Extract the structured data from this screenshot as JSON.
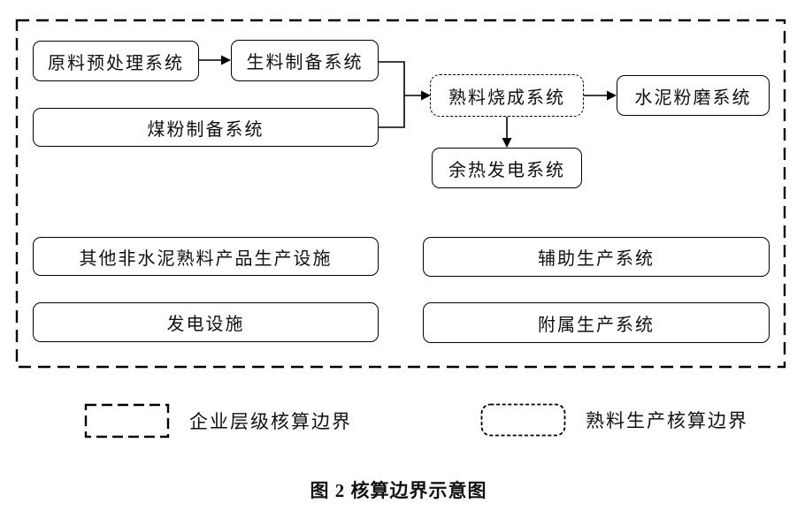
{
  "figure": {
    "caption": "图 2 核算边界示意图"
  },
  "boxes": {
    "raw_pretreatment": "原料预处理系统",
    "raw_meal_prep": "生料制备系统",
    "coal_powder_prep": "煤粉制备系统",
    "clinker_calcination": "熟料烧成系统",
    "cement_grinding": "水泥粉磨系统",
    "waste_heat_power": "余热发电系统",
    "other_non_cement_facilities": "其他非水泥熟料产品生产设施",
    "auxiliary_production": "辅助生产系统",
    "power_generation_facilities": "发电设施",
    "subsidiary_production": "附属生产系统"
  },
  "legend": {
    "enterprise_boundary": "企业层级核算边界",
    "clinker_boundary": "熟料生产核算边界"
  },
  "colors": {
    "line": "#000000",
    "background": "#ffffff"
  }
}
